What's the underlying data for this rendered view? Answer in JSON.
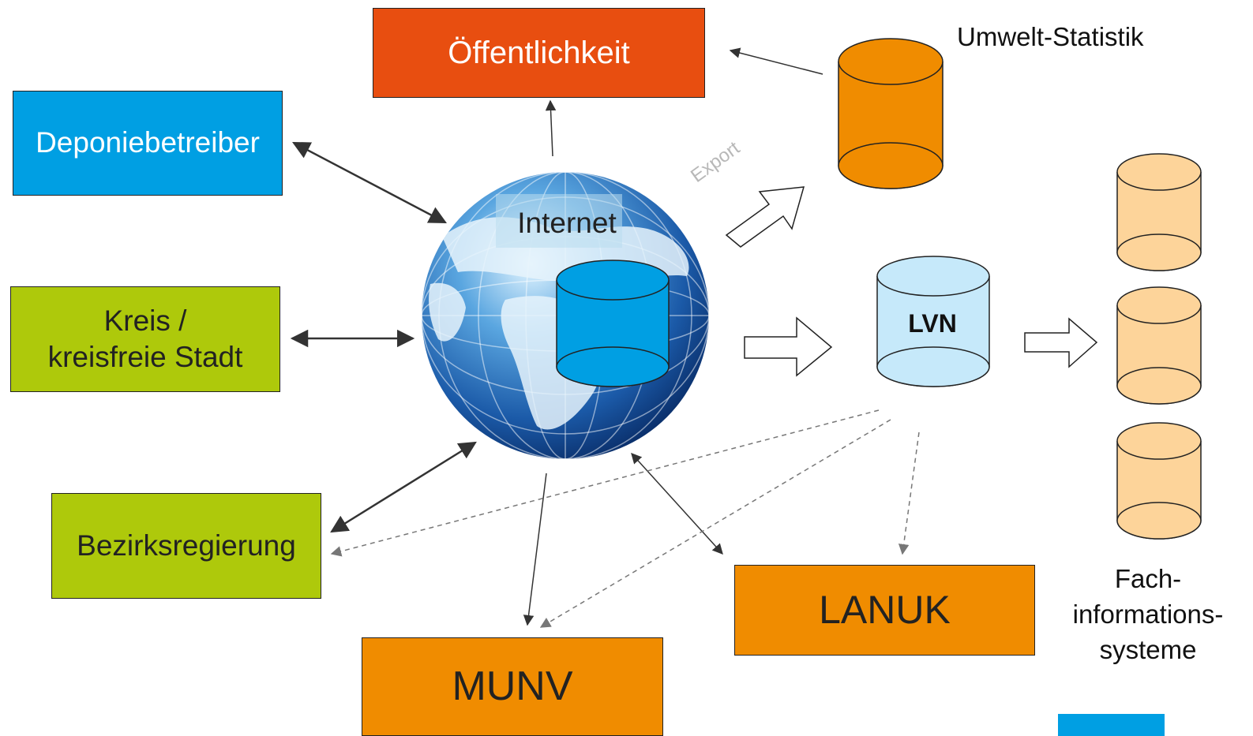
{
  "boxes": {
    "oeffentlichkeit": "Öffentlichkeit",
    "deponiebetreiber": "Deponiebetreiber",
    "kreis_line1": "Kreis /",
    "kreis_line2": "kreisfreie Stadt",
    "bezirksregierung": "Bezirksregierung",
    "lanuk": "LANUK",
    "munv": "MUNV"
  },
  "databases": {
    "umwelt_statistik": "Umwelt-Statistik",
    "lvn": "LVN",
    "fach_line1": "Fach-",
    "fach_line2": "informations-",
    "fach_line3": "systeme"
  },
  "center": {
    "label": "Internet"
  },
  "arrows": {
    "export_label": "Export"
  },
  "colors": {
    "oeffentlichkeit": "#e84e10",
    "deponiebetreiber": "#009fe3",
    "kreis": "#aec90b",
    "bezirksregierung": "#aec90b",
    "lanuk": "#f08c00",
    "munv": "#f08c00",
    "umwelt_db": "#f08c00",
    "lvn_db": "#c6e9fa",
    "fach_db": "#fdd49a",
    "internet_db": "#009fe3",
    "corner_logo": "#009fe3"
  }
}
